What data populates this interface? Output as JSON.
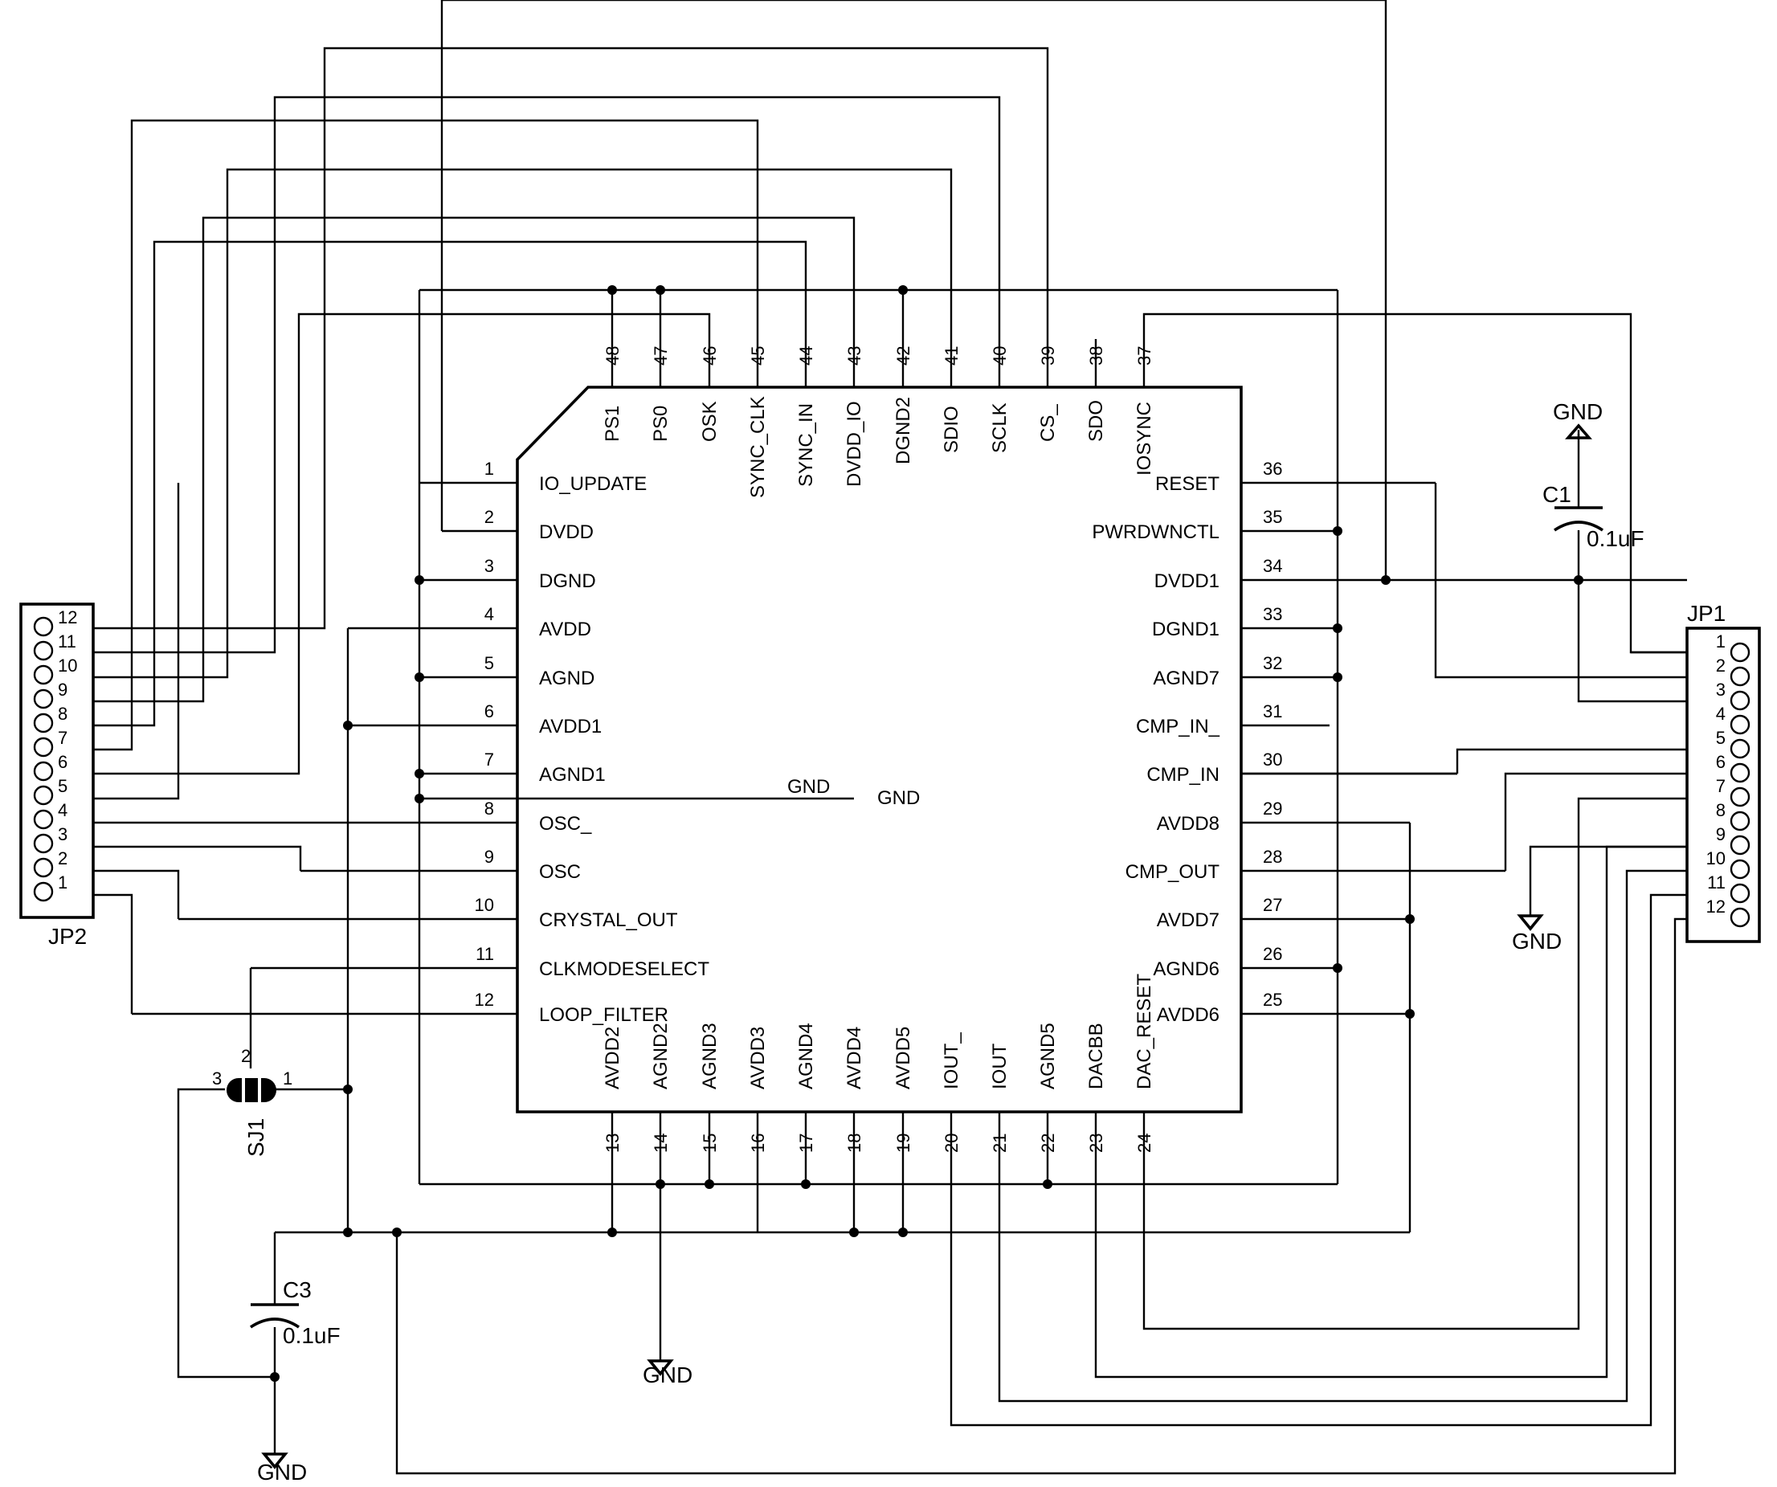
{
  "chip": {
    "left_pins": [
      {
        "num": "1",
        "name": "IO_UPDATE"
      },
      {
        "num": "2",
        "name": "DVDD"
      },
      {
        "num": "3",
        "name": "DGND"
      },
      {
        "num": "4",
        "name": "AVDD"
      },
      {
        "num": "5",
        "name": "AGND"
      },
      {
        "num": "6",
        "name": "AVDD1"
      },
      {
        "num": "7",
        "name": "AGND1"
      },
      {
        "num": "8",
        "name": "OSC_"
      },
      {
        "num": "9",
        "name": "OSC"
      },
      {
        "num": "10",
        "name": "CRYSTAL_OUT"
      },
      {
        "num": "11",
        "name": "CLKMODESELECT"
      },
      {
        "num": "12",
        "name": "LOOP_FILTER"
      }
    ],
    "bottom_pins": [
      {
        "num": "13",
        "name": "AVDD2"
      },
      {
        "num": "14",
        "name": "AGND2"
      },
      {
        "num": "15",
        "name": "AGND3"
      },
      {
        "num": "16",
        "name": "AVDD3"
      },
      {
        "num": "17",
        "name": "AGND4"
      },
      {
        "num": "18",
        "name": "AVDD4"
      },
      {
        "num": "19",
        "name": "AVDD5"
      },
      {
        "num": "20",
        "name": "IOUT_"
      },
      {
        "num": "21",
        "name": "IOUT"
      },
      {
        "num": "22",
        "name": "AGND5"
      },
      {
        "num": "23",
        "name": "DACBB"
      },
      {
        "num": "24",
        "name": "DAC_RESET"
      }
    ],
    "right_pins": [
      {
        "num": "25",
        "name": "AVDD6"
      },
      {
        "num": "26",
        "name": "AGND6"
      },
      {
        "num": "27",
        "name": "AVDD7"
      },
      {
        "num": "28",
        "name": "CMP_OUT"
      },
      {
        "num": "29",
        "name": "AVDD8"
      },
      {
        "num": "30",
        "name": "CMP_IN"
      },
      {
        "num": "31",
        "name": "CMP_IN_"
      },
      {
        "num": "32",
        "name": "AGND7"
      },
      {
        "num": "33",
        "name": "DGND1"
      },
      {
        "num": "34",
        "name": "DVDD1"
      },
      {
        "num": "35",
        "name": "PWRDWNCTL"
      },
      {
        "num": "36",
        "name": "RESET"
      }
    ],
    "top_pins": [
      {
        "num": "37",
        "name": "IOSYNC"
      },
      {
        "num": "38",
        "name": "SDO"
      },
      {
        "num": "39",
        "name": "CS_"
      },
      {
        "num": "40",
        "name": "SCLK"
      },
      {
        "num": "41",
        "name": "SDIO"
      },
      {
        "num": "42",
        "name": "DGND2"
      },
      {
        "num": "43",
        "name": "DVDD_IO"
      },
      {
        "num": "44",
        "name": "SYNC_IN"
      },
      {
        "num": "45",
        "name": "SYNC_CLK"
      },
      {
        "num": "46",
        "name": "OSK"
      },
      {
        "num": "47",
        "name": "PS0"
      },
      {
        "num": "48",
        "name": "PS1"
      }
    ],
    "gnd_pad_label": "GND",
    "gnd_pad_pin": "GND"
  },
  "jp1": {
    "name": "JP1",
    "pins": [
      "1",
      "2",
      "3",
      "4",
      "5",
      "6",
      "7",
      "8",
      "9",
      "10",
      "11",
      "12"
    ]
  },
  "jp2": {
    "name": "JP2",
    "pins": [
      "12",
      "11",
      "10",
      "9",
      "8",
      "7",
      "6",
      "5",
      "4",
      "3",
      "2",
      "1"
    ]
  },
  "c1": {
    "name": "C1",
    "value": "0.1uF"
  },
  "c3": {
    "name": "C3",
    "value": "0.1uF"
  },
  "sj1": {
    "name": "SJ1",
    "pin1": "1",
    "pin2": "2",
    "pin3": "3"
  },
  "gnd_labels": {
    "c1": "GND",
    "jp1": "GND",
    "pin14": "GND",
    "c3": "GND"
  }
}
